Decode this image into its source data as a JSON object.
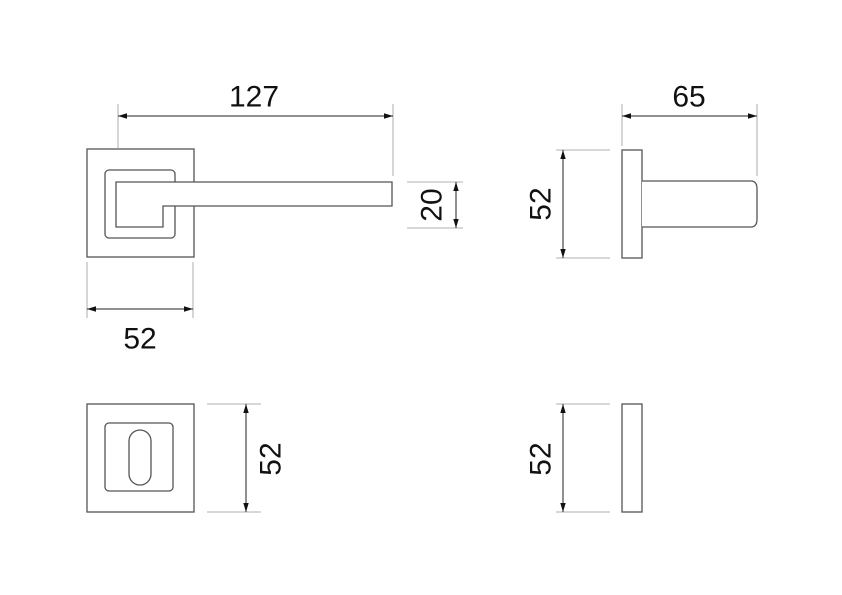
{
  "drawing": {
    "front_view": {
      "length_dim": "127",
      "lever_height_dim": "20",
      "rose_width_dim": "52"
    },
    "side_view": {
      "projection_dim": "65",
      "rose_height_dim": "52"
    },
    "escutcheon_front": {
      "height_dim": "52"
    },
    "escutcheon_side": {
      "height_dim": "52"
    }
  }
}
